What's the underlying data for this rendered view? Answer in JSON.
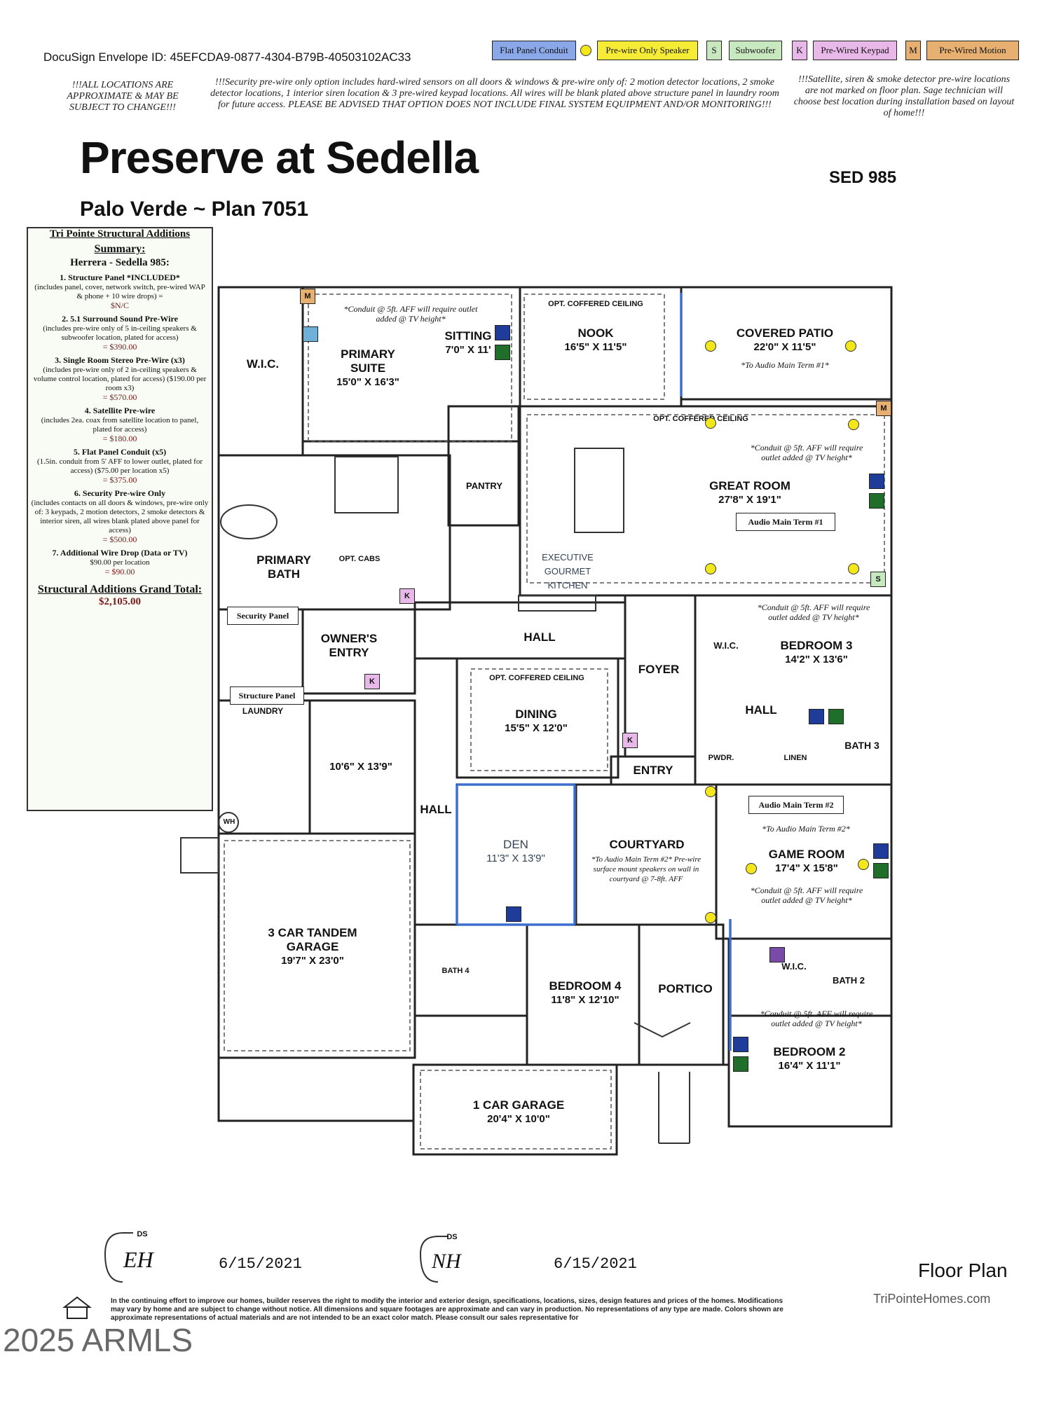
{
  "legend": {
    "flat_panel": "Flat Panel Conduit",
    "prewire_speaker": "Pre-wire Only Speaker",
    "s_code": "S",
    "subwoofer": "Subwoofer",
    "k_code": "K",
    "keypad": "Pre-Wired Keypad",
    "m_code": "M",
    "motion": "Pre-Wired Motion"
  },
  "docusign_id": "DocuSign Envelope ID: 45EFCDA9-0877-4304-B79B-40503102AC33",
  "notes": {
    "left": "!!!ALL LOCATIONS ARE APPROXIMATE & MAY BE SUBJECT TO CHANGE!!!",
    "center": "!!!Security pre-wire only option includes hard-wired sensors on all doors & windows & pre-wire only of: 2 motion detector locations, 2 smoke detector locations, 1 interior siren location & 3 pre-wired keypad locations. All wires will be blank plated above structure panel in laundry room for future access. PLEASE BE ADVISED THAT OPTION DOES NOT INCLUDE FINAL SYSTEM EQUIPMENT AND/OR MONITORING!!!",
    "right": "!!!Satellite, siren & smoke detector pre-wire locations are not marked on floor plan. Sage technician will choose best location during installation based on layout of home!!!"
  },
  "title": "Preserve at Sedella",
  "subtitle": "Palo Verde ~ Plan 7051",
  "lot": "SED 985",
  "summary": {
    "heading": "Tri Pointe Structural Additions",
    "summary_label": "Summary:",
    "client": "Herrera - Sedella 985:",
    "items": [
      {
        "title": "1. Structure Panel *INCLUDED*",
        "desc": "(includes panel, cover, network switch, pre-wired WAP & phone + 10 wire drops) =",
        "price": "$N/C"
      },
      {
        "title": "2. 5.1 Surround Sound Pre-Wire",
        "desc": "(includes pre-wire only of 5 in-ceiling speakers & subwoofer location, plated for access)",
        "price": "= $390.00"
      },
      {
        "title": "3. Single Room Stereo Pre-Wire (x3)",
        "desc": "(includes pre-wire only of 2 in-ceiling speakers & volume control location, plated for access) ($190.00 per room x3)",
        "price": "= $570.00"
      },
      {
        "title": "4. Satellite Pre-wire",
        "desc": "(includes 2ea. coax from satellite location to panel, plated for access)",
        "price": "= $180.00"
      },
      {
        "title": "5. Flat Panel Conduit (x5)",
        "desc": "(1.5in. conduit from 5' AFF to lower outlet, plated for access) ($75.00 per location x5)",
        "price": "= $375.00"
      },
      {
        "title": "6. Security Pre-wire Only",
        "desc": "(includes contacts on all doors & windows, pre-wire only of: 3 keypads, 2 motion detectors, 2 smoke detectors & interior siren, all wires blank plated above panel for access)",
        "price": "= $500.00"
      },
      {
        "title": "7. Additional Wire Drop (Data or TV)",
        "desc": "$90.00 per location",
        "price": "= $90.00"
      }
    ],
    "grand_label": "Structural Additions Grand Total:",
    "grand_total": "$2,105.00"
  },
  "rooms": {
    "wic1": "W.I.C.",
    "primary_suite": "PRIMARY SUITE",
    "primary_suite_dim": "15'0\" X 16'3\"",
    "sitting": "SITTING",
    "sitting_dim": "7'0\" X 11'",
    "nook": "NOOK",
    "nook_dim": "16'5\" X 11'5\"",
    "opt_coffered": "OPT. COFFERED CEILING",
    "covered_patio": "COVERED PATIO",
    "covered_patio_dim": "22'0\" X 11'5\"",
    "great_room": "GREAT ROOM",
    "great_room_dim": "27'8\" X 19'1\"",
    "pantry": "PANTRY",
    "kitchen": "EXECUTIVE GOURMET KITCHEN",
    "primary_bath": "PRIMARY BATH",
    "opt_cabs": "OPT. CABS",
    "owners_entry": "OWNER'S ENTRY",
    "hall": "HALL",
    "foyer": "FOYER",
    "bedroom3": "BEDROOM 3",
    "bedroom3_dim": "14'2\" X 13'6\"",
    "wic2": "W.I.C.",
    "dining": "DINING",
    "dining_dim": "15'5\" X 12'0\"",
    "opt_coffered2": "OPT. COFFERED CEILING",
    "laundry": "LAUNDRY",
    "garage_small_dim": "10'6\" X 13'9\"",
    "entry": "ENTRY",
    "pwdr": "PWDR.",
    "linen": "LINEN",
    "bath3": "BATH 3",
    "den": "DEN",
    "den_dim": "11'3\" X 13'9\"",
    "courtyard": "COURTYARD",
    "game_room": "GAME ROOM",
    "game_room_dim": "17'4\" X 15'8\"",
    "tandem_garage": "3 CAR TANDEM GARAGE",
    "tandem_garage_dim": "19'7\" X 23'0\"",
    "bath4": "BATH 4",
    "bedroom4": "BEDROOM 4",
    "bedroom4_dim": "11'8\" X 12'10\"",
    "portico": "PORTICO",
    "bath2": "BATH 2",
    "wic3": "W.I.C.",
    "bedroom2": "BEDROOM 2",
    "bedroom2_dim": "16'4\" X 11'1\"",
    "one_car_garage": "1 CAR GARAGE",
    "one_car_garage_dim": "20'4\" X 10'0\"",
    "wh": "WH"
  },
  "annotations": {
    "conduit_primary": "*Conduit @ 5ft. AFF will require outlet added @ TV height*",
    "patio_term": "*To Audio Main Term #1*",
    "conduit_great": "*Conduit @ 5ft. AFF will require outlet added @ TV height*",
    "audio_main_term1": "Audio Main Term #1",
    "conduit_bed3": "*Conduit @ 5ft. AFF will require outlet added @ TV height*",
    "security_panel": "Security Panel",
    "structure_panel": "Structure Panel",
    "audio_main_term2": "Audio Main Term #2",
    "game_term": "*To Audio Main Term #2*",
    "courtyard_note": "*To Audio Main Term #2* Pre-wire surface mount speakers on wall in courtyard @ 7-8ft. AFF",
    "conduit_game": "*Conduit @ 5ft. AFF will require outlet added @ TV height*",
    "conduit_bed2": "*Conduit @ 5ft. AFF will require outlet added @ TV height*"
  },
  "signatures": {
    "ds": "DS",
    "initials1": "EH",
    "date1": "6/15/2021",
    "initials2": "NH",
    "date2": "6/15/2021"
  },
  "floor_plan_label": "Floor Plan",
  "website": "TriPointeHomes.com",
  "disclaimer": "In the continuing effort to improve our homes, builder reserves the right to modify the interior and exterior design, specifications, locations, sizes, design features and prices of the homes. Modifications may vary by home and are subject to change without notice. All dimensions and square footages are approximate and can vary in production. No representations of any type are made. Colors shown are approximate representations of actual materials and are not intended to be an exact color match. Please consult our sales representative for",
  "watermark": "2025 ARMLS",
  "colors": {
    "speaker": "#f3e619",
    "flat_panel": "#6f8fd8",
    "subwoofer": "#c8e8c0",
    "keypad": "#e8b8e8",
    "motion": "#e8b070",
    "tv_d": "#1f3c9a",
    "tv_t": "#1f6e2a"
  }
}
